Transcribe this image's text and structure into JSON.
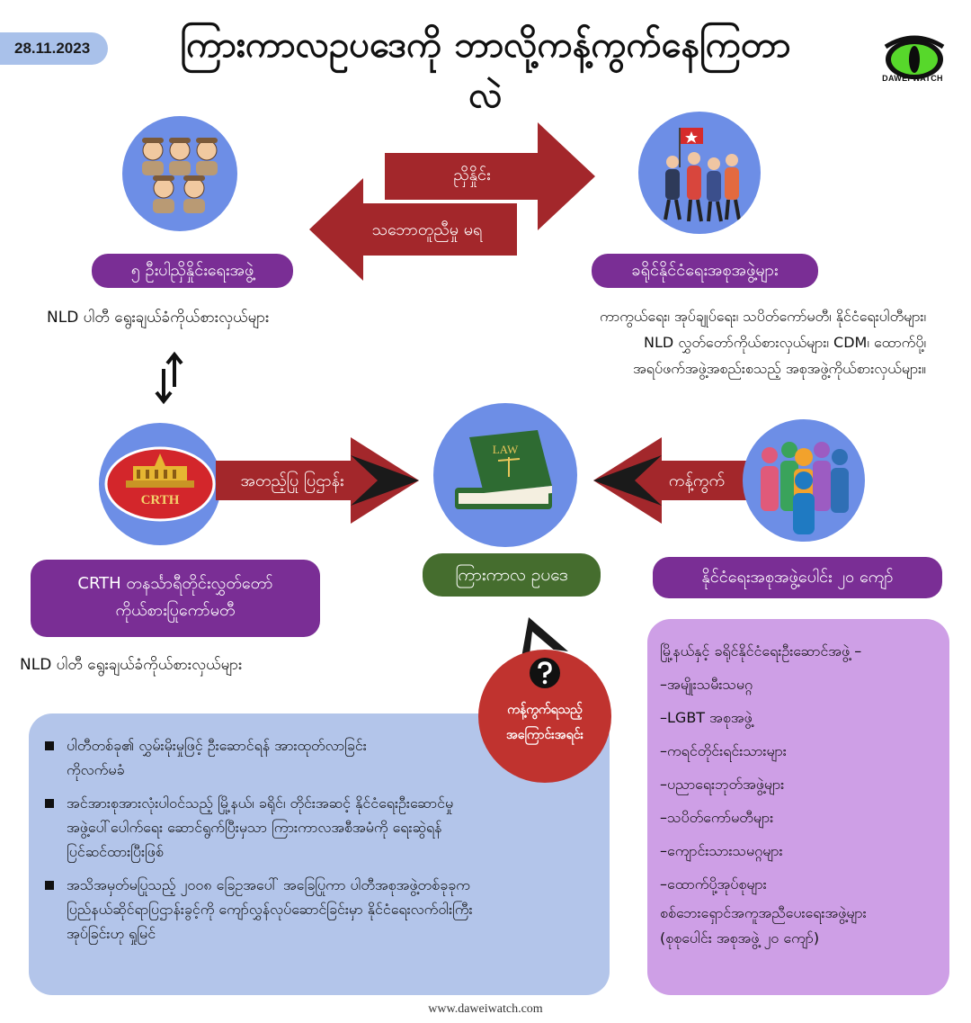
{
  "header": {
    "date": "28.11.2023",
    "title": "ကြားကာလဥပဒေကို ဘာလို့ကန့်ကွက်နေကြတာလဲ",
    "logo_text": "DAWEI WATCH"
  },
  "nodes": {
    "committee_label": "၅ ဦးပါညှိနှိုင်းရေးအဖွဲ့",
    "committee_caption": "NLD ပါတီ ရွေးချယ်ခံကိုယ်စားလှယ်များ",
    "ethnic_label": "ခရိုင်နိုင်ငံရေးအစုအဖွဲ့များ",
    "ethnic_caption_lines": [
      "ကာကွယ်ရေး၊ အုပ်ချုပ်ရေး၊ သပိတ်ကော်မတီ၊ နိုင်ငံရေးပါတီများ၊",
      "NLD လွှတ်တော်ကိုယ်စားလှယ်များ၊ CDM၊ ထောက်ပို့၊",
      "အရပ်ဖက်အဖွဲ့အစည်းစသည့် အစုအဖွဲ့ကိုယ်စားလှယ်များ။"
    ],
    "crth_label_line1": "CRTH တနင်္သာရီတိုင်းလွှတ်တော်",
    "crth_label_line2": "ကိုယ်စားပြုကော်မတီ",
    "crth_caption": "NLD ပါတီ ရွေးချယ်ခံကိုယ်စားလှယ်များ",
    "crth_logo_text": "CRTH",
    "law_label": "ကြားကာလ ဥပဒေ",
    "law_book_text": "LAW",
    "groups_label": "နိုင်ငံရေးအစုအဖွဲ့ပေါင်း ၂၀ ကျော်"
  },
  "arrows": {
    "negotiate": "ညှိနှိုင်း",
    "disagree": "သဘောတူညီမှု မရ",
    "submit": "အတည့်ပြု ပြဌာန်း",
    "object": "ကန့်ကွက်"
  },
  "reasons": {
    "title_line1": "ကန့်ကွက်ရသည့်",
    "title_line2": "အကြောင်းအရင်း",
    "items": [
      [
        "ပါတီတစ်ခု၏ လွှမ်းမိုးမှုဖြင့် ဦးဆောင်ရန် အားထုတ်လာခြင်း",
        "ကိုလက်မခံ"
      ],
      [
        "အင်အားစုအားလုံးပါဝင်သည့် မြို့နယ်၊ ခရိုင်၊ တိုင်းအဆင့် နိုင်ငံရေးဦးဆောင်မှု",
        "အဖွဲ့ပေါ်ပေါက်ရေး ဆောင်ရွက်ပြီးမှသာ ကြားကာလအစီအမံကို ရေးဆွဲရန်",
        "ပြင်ဆင်ထားပြီးဖြစ်"
      ],
      [
        "အသိအမှတ်မပြုသည့် ၂၀၀၈ ခြေဥအပေါ် အခြေပြုကာ ပါတီအစုအဖွဲ့တစ်ခုခုက",
        "ပြည်နယ်ဆိုင်ရာပြဌာန်းခွင့်ကို ကျော်လွှန်လုပ်ဆောင်ခြင်းမှာ နိုင်ငံရေးလက်ဝါးကြီး",
        "အုပ်ခြင်းဟု ရှုမြင်"
      ]
    ]
  },
  "participants": {
    "heading": "မြို့နယ်နှင့် ခရိုင်နိုင်ငံရေးဦးဆောင်အဖွဲ့ –",
    "items": [
      "–အမျိုးသမီးသမဂ္ဂ",
      "–LGBT အစုအဖွဲ့",
      "–ကရင်တိုင်းရင်းသားများ",
      "–ပညာရေးဘုတ်အဖွဲ့များ",
      "–သပိတ်ကော်မတီများ",
      "–ကျောင်းသားသမဂ္ဂများ",
      "–ထောက်ပို့အုပ်စုများ"
    ],
    "footer_line1": "စစ်ဘေးရှောင်အကူအညီပေးရေးအဖွဲ့များ",
    "footer_line2": "(စုစုပေါင်း အစုအဖွဲ့ ၂၀ ကျော်)"
  },
  "footer": {
    "url": "www.daweiwatch.com"
  },
  "colors": {
    "arrow_red": "#a3272b",
    "purple": "#7a2e95",
    "green": "#456d2e",
    "circle_blue": "#6d8ee6",
    "box_blue": "#b3c5ea",
    "box_purple": "#ce9fe6",
    "reason_red": "#c0332f"
  }
}
